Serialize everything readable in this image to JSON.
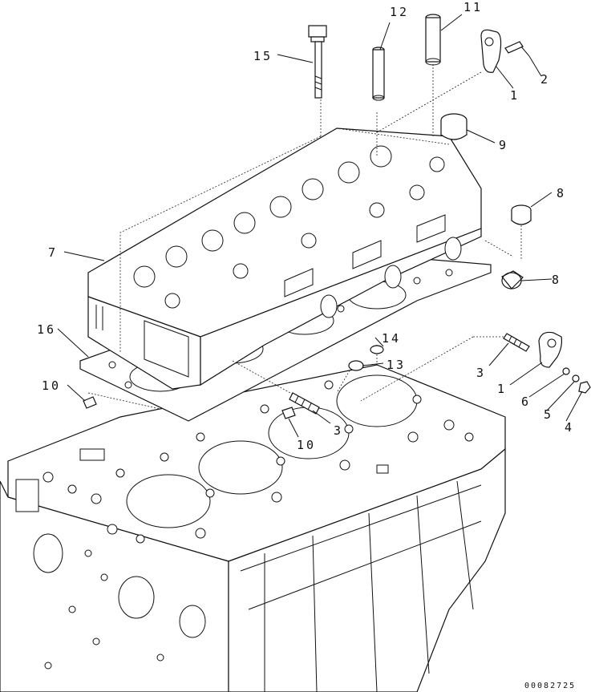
{
  "document_number": "00082725",
  "callouts": {
    "c1a": "1",
    "c1b": "1",
    "c2": "2",
    "c3a": "3",
    "c3b": "3",
    "c4": "4",
    "c5": "5",
    "c6": "6",
    "c7": "7",
    "c8a": "8",
    "c8b": "8",
    "c9": "9",
    "c10a": "10",
    "c10b": "10",
    "c11": "11",
    "c12": "12",
    "c13": "13",
    "c14": "14",
    "c15": "15",
    "c16": "16"
  }
}
